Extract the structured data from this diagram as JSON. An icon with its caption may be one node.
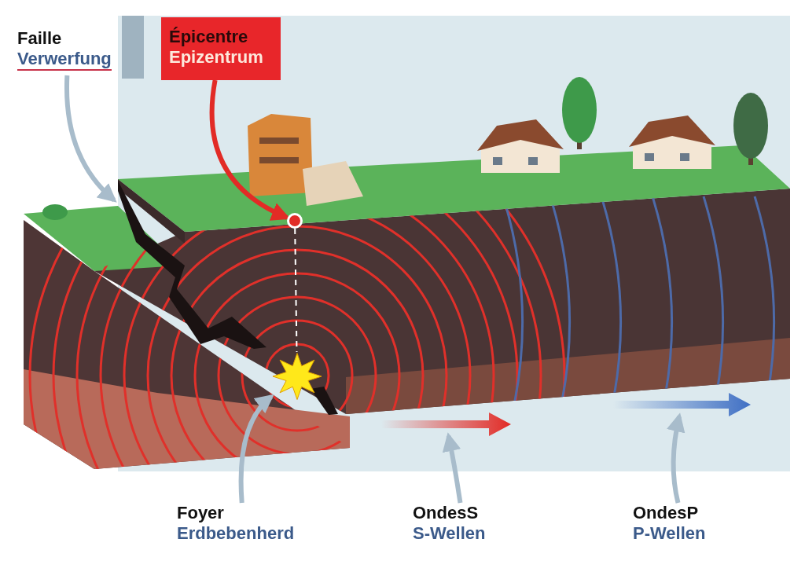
{
  "diagram": {
    "nodes": [
      {
        "text": [
          "Faille",
          "Verwerfung"
        ]
      },
      {
        "text": [],
        "shape": "crack"
      },
      {
        "text": [
          "Épicentre",
          "Epizentrum"
        ]
      },
      {
        "text": [],
        "shape": "circle"
      },
      {
        "text": [
          "Foyer",
          "Erdbebenherd"
        ]
      },
      {
        "text": [],
        "shape": "star"
      },
      {
        "text": [
          "OndesS",
          "S-Wellen"
        ]
      },
      {
        "text": [],
        "shape": "arrow"
      },
      {
        "text": [
          "OndesP",
          "P-Wellen"
        ]
      },
      {
        "text": [],
        "shape": "arrow"
      }
    ],
    "edges": [
      {
        "from": 0,
        "to": 1,
        "arrow": "to"
      },
      {
        "from": 2,
        "to": 3,
        "arrow": "to",
        "color": "#e22b26"
      },
      {
        "from": 4,
        "to": 5,
        "arrow": "to"
      },
      {
        "from": 6,
        "to": 7,
        "arrow": "to"
      },
      {
        "from": 8,
        "to": 9,
        "arrow": "to"
      },
      {
        "from": 3,
        "to": 5,
        "arrow": "none",
        "style": "dashed",
        "color": "#ffffff"
      }
    ]
  }
}
